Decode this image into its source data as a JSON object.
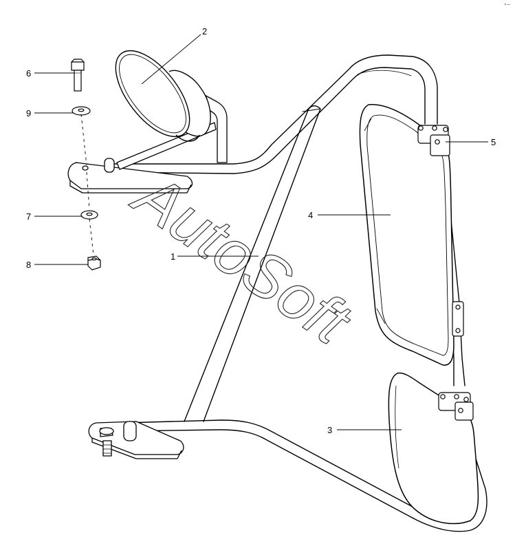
{
  "diagram": {
    "watermark": "AutoSoft",
    "corner_mark": "• —",
    "callouts": [
      {
        "id": "1",
        "label": "1"
      },
      {
        "id": "2",
        "label": "2"
      },
      {
        "id": "3",
        "label": "3"
      },
      {
        "id": "4",
        "label": "4"
      },
      {
        "id": "5",
        "label": "5"
      },
      {
        "id": "6",
        "label": "6"
      },
      {
        "id": "7",
        "label": "7"
      },
      {
        "id": "8",
        "label": "8"
      },
      {
        "id": "9",
        "label": "9"
      }
    ],
    "colors": {
      "line": "#000000",
      "background": "#ffffff",
      "watermark": "#222222"
    }
  }
}
